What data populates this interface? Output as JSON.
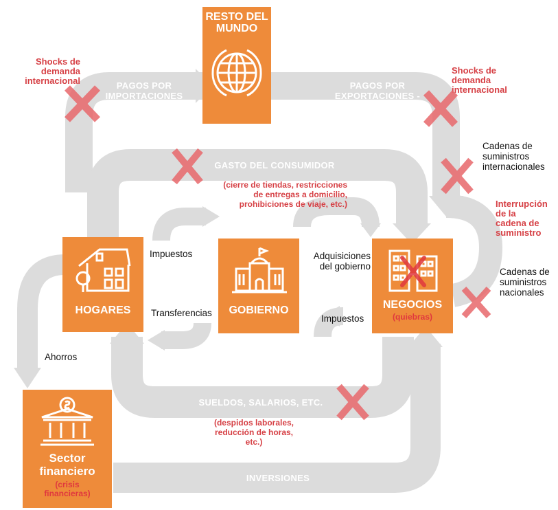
{
  "boxes": {
    "resto": {
      "title": "RESTO DEL\nMUNDO",
      "icon": "globe-icon"
    },
    "hogares": {
      "title": "HOGARES",
      "icon": "house-icon"
    },
    "gobierno": {
      "title": "GOBIERNO",
      "icon": "government-building-icon"
    },
    "negocios": {
      "title": "NEGOCIOS",
      "subtitle": "(quiebras)",
      "icon": "office-buildings-icon"
    },
    "financiero": {
      "title": "Sector\nfinanciero",
      "subtitle": "(crisis\nfinancieras)",
      "icon": "bank-icon"
    }
  },
  "flows": {
    "importaciones": "PAGOS POR\nIMPORTACIONES",
    "exportaciones": "PAGOS POR\nEXPORTACIONES -",
    "gasto": "GASTO DEL CONSUMIDOR",
    "sueldos": "SUELDOS, SALARIOS, ETC.",
    "inversiones": "INVERSIONES"
  },
  "labels": {
    "impuestos_hogares": "Impuestos",
    "transferencias": "Transferencias",
    "adquisiciones": "Adquisiciones\ndel gobierno",
    "impuestos_negocios": "Impuestos",
    "ahorros": "Ahorros",
    "cadenas_internacionales": "Cadenas de\nsuministros\ninternacionales",
    "cadenas_nacionales": "Cadenas de\nsuministros\nnacionales"
  },
  "shocks": {
    "shock_left": "Shocks de\ndemanda\ninternacional",
    "shock_right": "Shocks de\ndemanda\ninternacional",
    "interrupcion": "Interrupción\nde la\ncadena de\nsuministro",
    "gasto_note": "(cierre de tiendas, restricciones\nde entregas a domicilio,\nprohibiciones de viaje, etc.)",
    "sueldos_note": "(despidos laborales,\nreducción de horas,\netc.)"
  },
  "colors": {
    "box_fill": "#ee8b3a",
    "flow_band": "#dcdcdc",
    "shock_red": "#d64045",
    "cross_red": "#e8686c"
  }
}
